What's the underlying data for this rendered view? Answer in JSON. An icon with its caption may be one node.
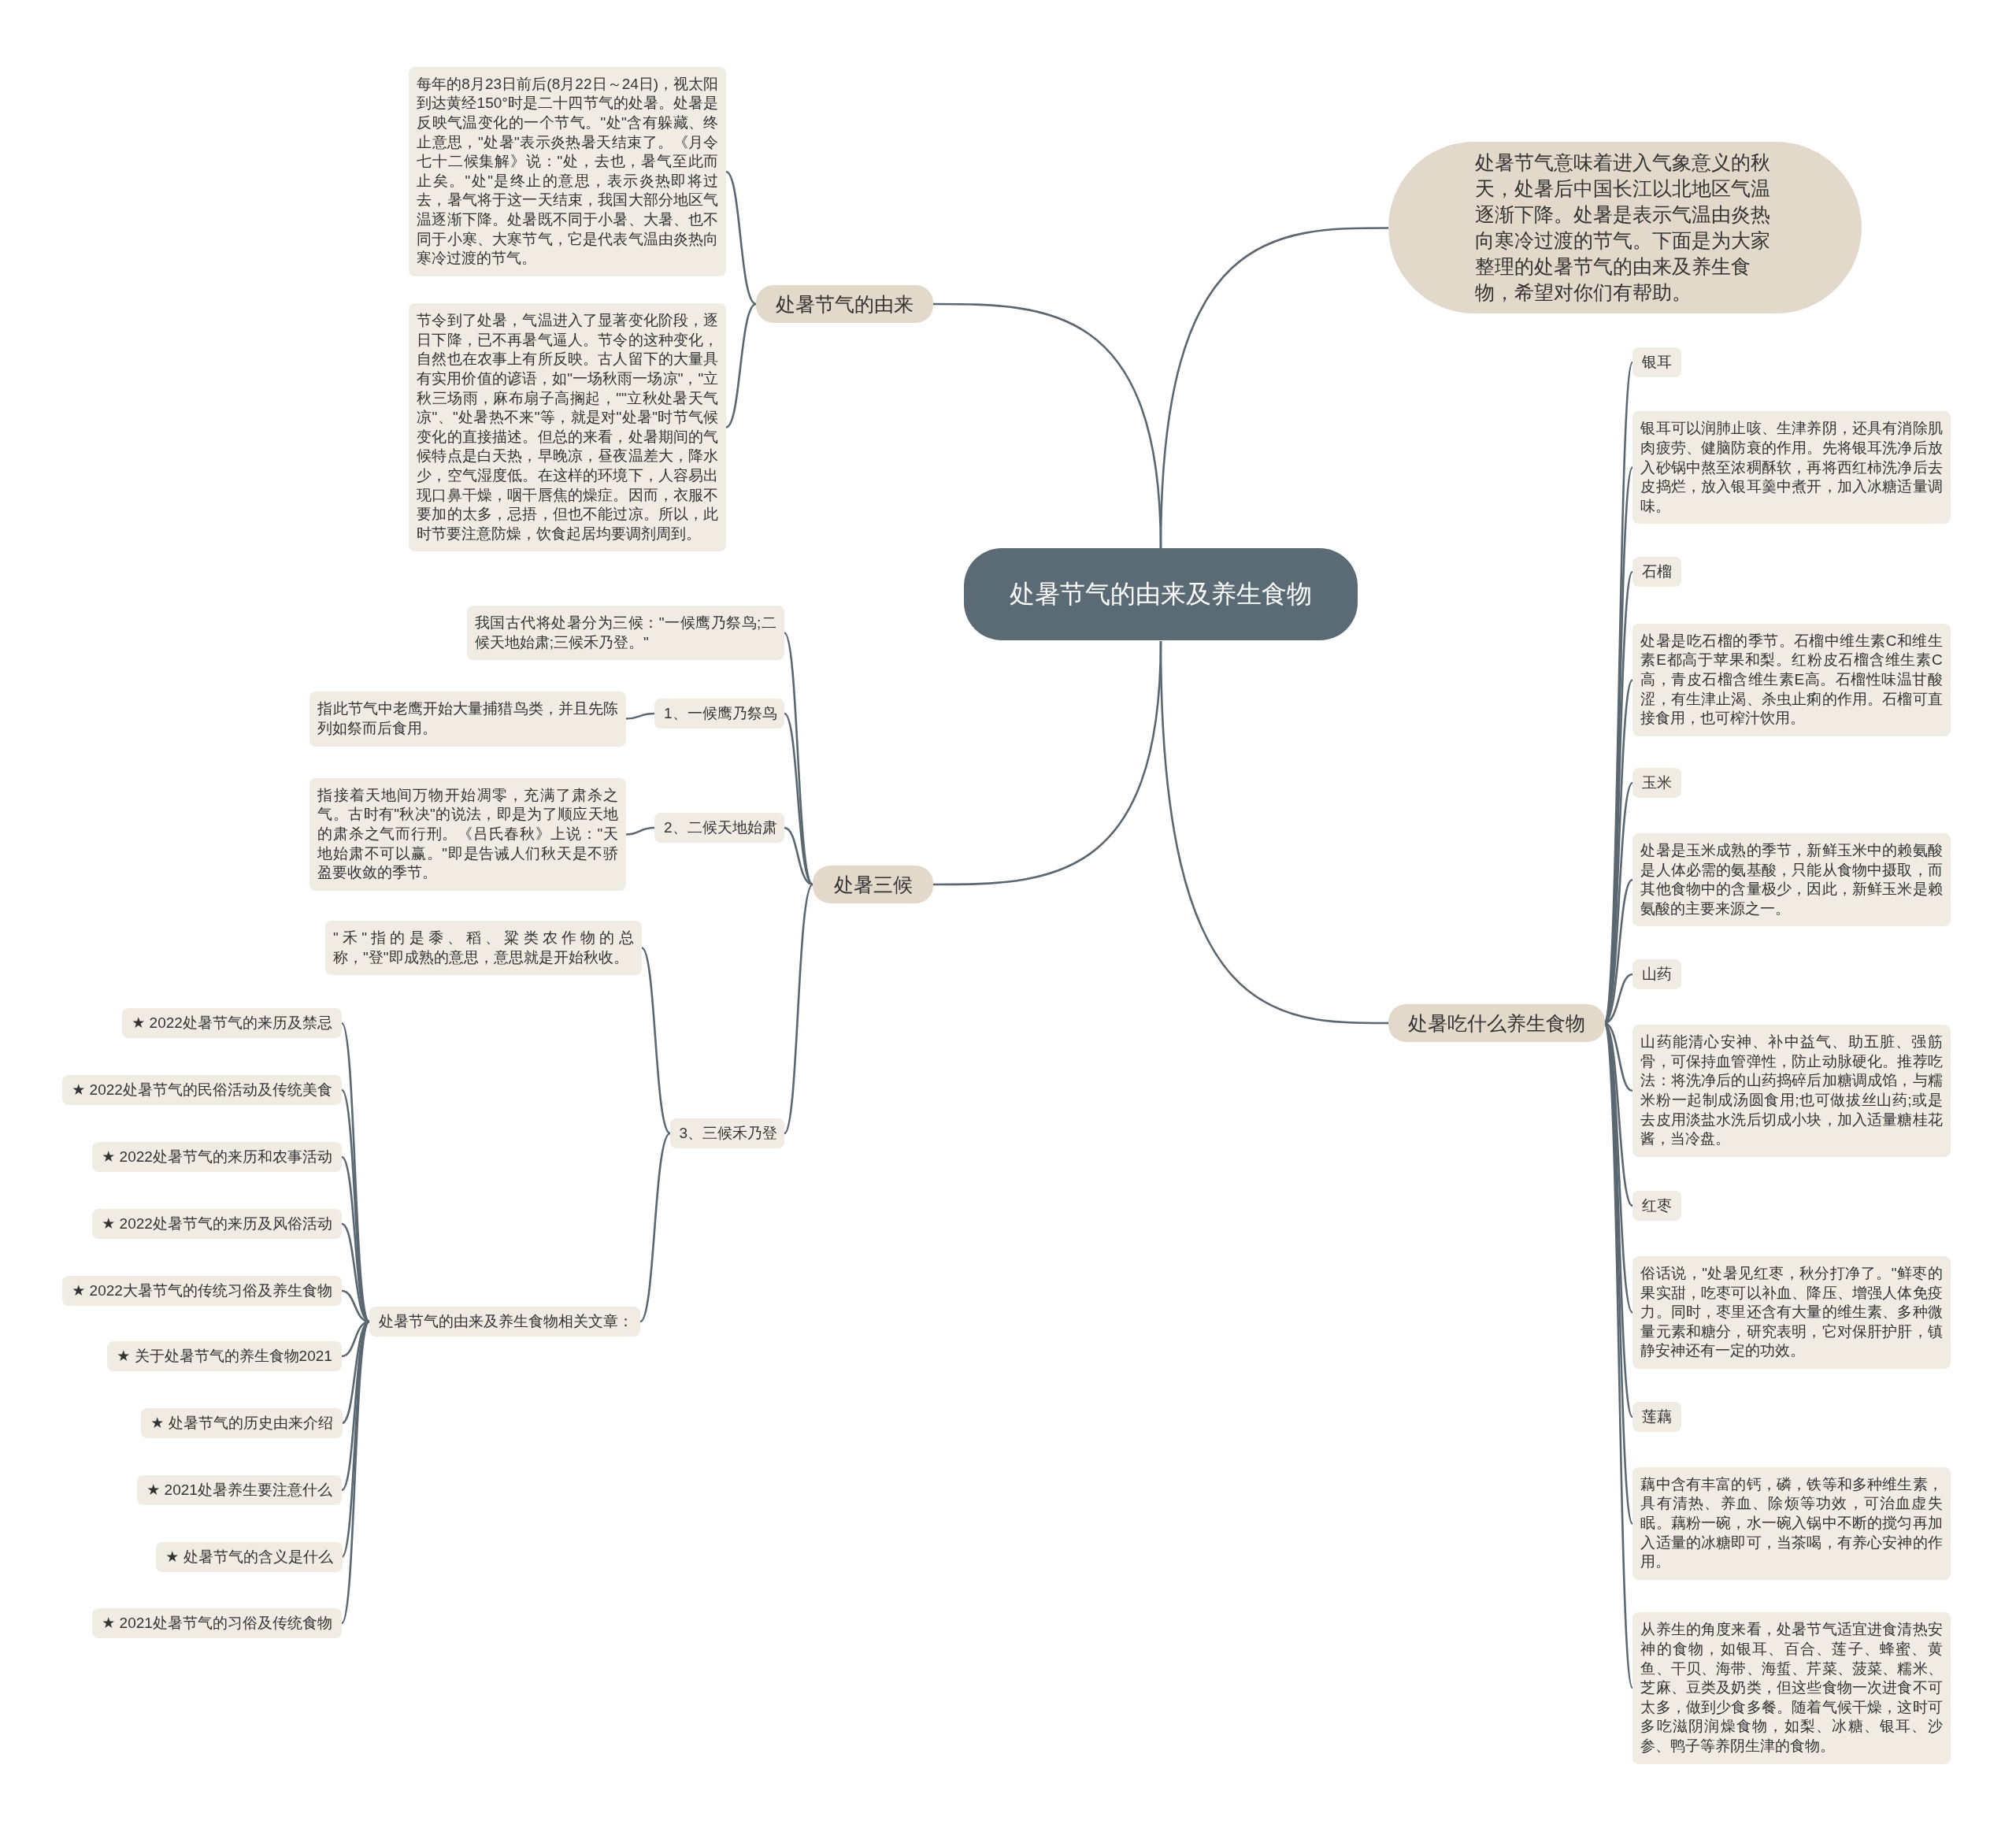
{
  "diagram": {
    "nodes": [
      {
        "text": [
          "处暑节气的由来及养生食物"
        ]
      },
      {
        "text": [
          "处暑节气意味着进入气象意义的秋天，处暑后中国长江以北地区气温逐渐下降。处暑是表示气温由炎热向寒冷过渡的节气。下面是为大家整理的处暑节气的由来及养生食物，希望对你们有帮助。"
        ]
      },
      {
        "text": [
          "处暑节气的由来"
        ]
      },
      {
        "text": [
          "每年的8月23日前后(8月22日～24日)，视太阳到达黄经150°时是二十四节气的处暑。处暑是反映气温变化的一个节气。\"处\"含有躲藏、终止意思，\"处暑\"表示炎热暑天结束了。《月令七十二候集解》说：\"处，去也，暑气至此而止矣。\"处\"是终止的意思，表示炎热即将过去，暑气将于这一天结束，我国大部分地区气温逐渐下降。处暑既不同于小暑、大暑、也不同于小寒、大寒节气，它是代表气温由炎热向寒冷过渡的节气。"
        ]
      },
      {
        "text": [
          "节令到了处暑，气温进入了显著变化阶段，逐日下降，已不再暑气逼人。节令的这种变化，自然也在农事上有所反映。古人留下的大量具有实用价值的谚语，如\"一场秋雨一场凉\"，\"立秋三场雨，麻布扇子高搁起，\"\"立秋处暑天气凉\"、\"处暑热不来\"等，就是对\"处暑\"时节气候变化的直接描述。但总的来看，处暑期间的气候特点是白天热，早晚凉，昼夜温差大，降水少，空气湿度低。在这样的环境下，人容易出现口鼻干燥，咽干唇焦的燥症。因而，衣服不要加的太多，忌捂，但也不能过凉。所以，此时节要注意防燥，饮食起居均要调剂周到。"
        ]
      },
      {
        "text": [
          "处暑三候"
        ]
      },
      {
        "text": [
          "我国古代将处暑分为三候：\"一候鹰乃祭鸟;二候天地始肃;三候禾乃登。\""
        ]
      },
      {
        "text": [
          "1、一候鹰乃祭鸟"
        ]
      },
      {
        "text": [
          "指此节气中老鹰开始大量捕猎鸟类，并且先陈列如祭而后食用。"
        ]
      },
      {
        "text": [
          "2、二候天地始肃"
        ]
      },
      {
        "text": [
          "指接着天地间万物开始凋零，充满了肃杀之气。古时有\"秋决\"的说法，即是为了顺应天地的肃杀之气而行刑。《吕氏春秋》上说：\"天地始肃不可以赢。\"即是告诫人们秋天是不骄盈要收敛的季节。"
        ]
      },
      {
        "text": [
          "3、三候禾乃登"
        ]
      },
      {
        "text": [
          "\"禾\"指的是黍、稻、粱类农作物的总称，\"登\"即成熟的意思，意思就是开始秋收。"
        ]
      },
      {
        "text": [
          "处暑节气的由来及养生食物相关文章："
        ]
      },
      {
        "text": [
          "★ 2022处暑节气的来历及禁忌"
        ]
      },
      {
        "text": [
          "★ 2022处暑节气的民俗活动及传统美食"
        ]
      },
      {
        "text": [
          "★ 2022处暑节气的来历和农事活动"
        ]
      },
      {
        "text": [
          "★ 2022处暑节气的来历及风俗活动"
        ]
      },
      {
        "text": [
          "★ 2022大暑节气的传统习俗及养生食物"
        ]
      },
      {
        "text": [
          "★ 关于处暑节气的养生食物2021"
        ]
      },
      {
        "text": [
          "★ 处暑节气的历史由来介绍"
        ]
      },
      {
        "text": [
          "★ 2021处暑养生要注意什么"
        ]
      },
      {
        "text": [
          "★ 处暑节气的含义是什么"
        ]
      },
      {
        "text": [
          "★ 2021处暑节气的习俗及传统食物"
        ]
      },
      {
        "text": [
          "处暑吃什么养生食物"
        ]
      },
      {
        "text": [
          "银耳"
        ]
      },
      {
        "text": [
          "银耳可以润肺止咳、生津养阴，还具有消除肌肉疲劳、健脑防衰的作用。先将银耳洗净后放入砂锅中熬至浓稠酥软，再将西红柿洗净后去皮捣烂，放入银耳羹中煮开，加入冰糖适量调味。"
        ]
      },
      {
        "text": [
          "石榴"
        ]
      },
      {
        "text": [
          "处暑是吃石榴的季节。石榴中维生素C和维生素E都高于苹果和梨。红粉皮石榴含维生素C高，青皮石榴含维生素E高。石榴性味温甘酸涩，有生津止渴、杀虫止痢的作用。石榴可直接食用，也可榨汁饮用。"
        ]
      },
      {
        "text": [
          "玉米"
        ]
      },
      {
        "text": [
          "处暑是玉米成熟的季节，新鲜玉米中的赖氨酸是人体必需的氨基酸，只能从食物中摄取，而其他食物中的含量极少，因此，新鲜玉米是赖氨酸的主要来源之一。"
        ]
      },
      {
        "text": [
          "山药"
        ]
      },
      {
        "text": [
          "山药能清心安神、补中益气、助五脏、强筋骨，可保持血管弹性，防止动脉硬化。推荐吃法：将洗净后的山药捣碎后加糖调成馅，与糯米粉一起制成汤圆食用;也可做拔丝山药;或是去皮用淡盐水洗后切成小块，加入适量糖桂花酱，当冷盘。"
        ]
      },
      {
        "text": [
          "红枣"
        ]
      },
      {
        "text": [
          "俗话说，\"处暑见红枣，秋分打净了。\"鲜枣的果实甜，吃枣可以补血、降压、增强人体免疫力。同时，枣里还含有大量的维生素、多种微量元素和糖分，研究表明，它对保肝护肝，镇静安神还有一定的功效。"
        ]
      },
      {
        "text": [
          "莲藕"
        ]
      },
      {
        "text": [
          "藕中含有丰富的钙，磷，铁等和多种维生素，具有清热、养血、除烦等功效，可治血虚失眠。藕粉一碗，水一碗入锅中不断的搅匀再加入适量的冰糖即可，当茶喝，有养心安神的作用。"
        ]
      },
      {
        "text": [
          "从养生的角度来看，处暑节气适宜进食清热安神的食物，如银耳、百合、莲子、蜂蜜、黄鱼、干贝、海带、海蜇、芹菜、菠菜、糯米、芝麻、豆类及奶类，但这些食物一次进食不可太多，做到少食多餐。随着气候干燥，这时可多吃滋阴润燥食物，如梨、冰糖、银耳、沙参、鸭子等养阴生津的食物。"
        ]
      }
    ],
    "edges": [
      {
        "from": 0,
        "to": 1,
        "arrow": "none"
      },
      {
        "from": 0,
        "to": 2,
        "arrow": "none"
      },
      {
        "from": 2,
        "to": 3,
        "arrow": "none"
      },
      {
        "from": 2,
        "to": 4,
        "arrow": "none"
      },
      {
        "from": 0,
        "to": 5,
        "arrow": "none"
      },
      {
        "from": 5,
        "to": 6,
        "arrow": "none"
      },
      {
        "from": 5,
        "to": 7,
        "arrow": "none"
      },
      {
        "from": 7,
        "to": 8,
        "arrow": "none"
      },
      {
        "from": 5,
        "to": 9,
        "arrow": "none"
      },
      {
        "from": 9,
        "to": 10,
        "arrow": "none"
      },
      {
        "from": 5,
        "to": 11,
        "arrow": "none"
      },
      {
        "from": 11,
        "to": 12,
        "arrow": "none"
      },
      {
        "from": 11,
        "to": 13,
        "arrow": "none"
      },
      {
        "from": 13,
        "to": 14,
        "arrow": "none"
      },
      {
        "from": 13,
        "to": 15,
        "arrow": "none"
      },
      {
        "from": 13,
        "to": 16,
        "arrow": "none"
      },
      {
        "from": 13,
        "to": 17,
        "arrow": "none"
      },
      {
        "from": 13,
        "to": 18,
        "arrow": "none"
      },
      {
        "from": 13,
        "to": 19,
        "arrow": "none"
      },
      {
        "from": 13,
        "to": 20,
        "arrow": "none"
      },
      {
        "from": 13,
        "to": 21,
        "arrow": "none"
      },
      {
        "from": 13,
        "to": 22,
        "arrow": "none"
      },
      {
        "from": 13,
        "to": 23,
        "arrow": "none"
      },
      {
        "from": 0,
        "to": 24,
        "arrow": "none"
      },
      {
        "from": 24,
        "to": 25,
        "arrow": "none"
      },
      {
        "from": 24,
        "to": 26,
        "arrow": "none"
      },
      {
        "from": 24,
        "to": 27,
        "arrow": "none"
      },
      {
        "from": 24,
        "to": 28,
        "arrow": "none"
      },
      {
        "from": 24,
        "to": 29,
        "arrow": "none"
      },
      {
        "from": 24,
        "to": 30,
        "arrow": "none"
      },
      {
        "from": 24,
        "to": 31,
        "arrow": "none"
      },
      {
        "from": 24,
        "to": 32,
        "arrow": "none"
      },
      {
        "from": 24,
        "to": 33,
        "arrow": "none"
      },
      {
        "from": 24,
        "to": 34,
        "arrow": "none"
      },
      {
        "from": 24,
        "to": 35,
        "arrow": "none"
      },
      {
        "from": 24,
        "to": 36,
        "arrow": "none"
      },
      {
        "from": 24,
        "to": 37,
        "arrow": "none"
      }
    ]
  }
}
